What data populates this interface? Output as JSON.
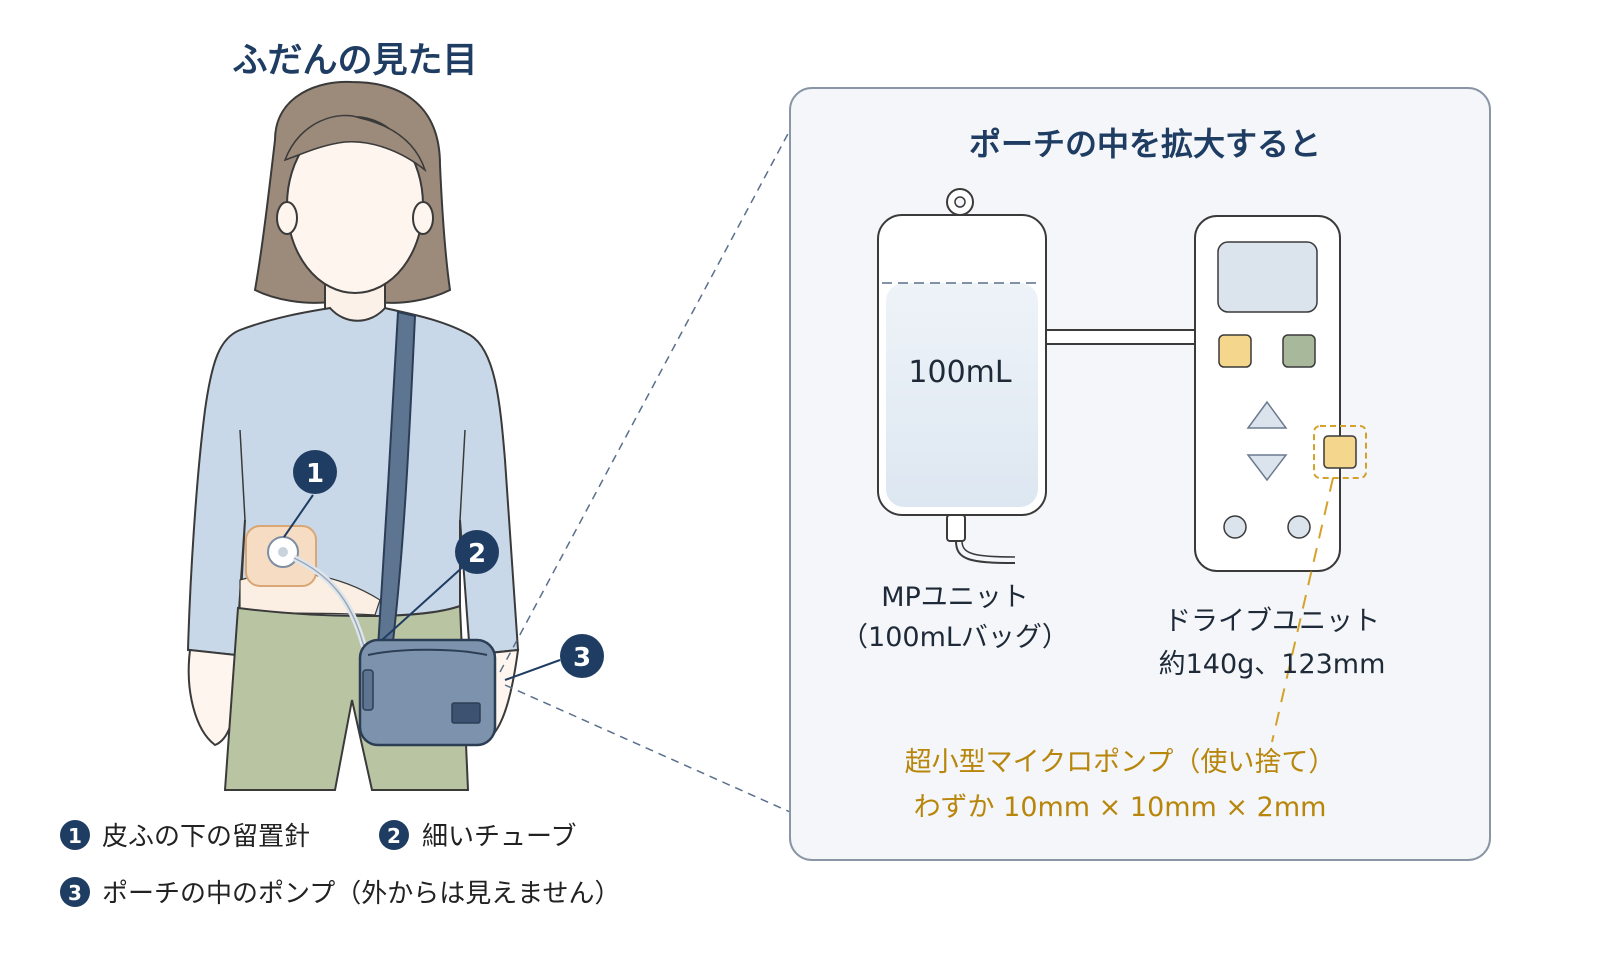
{
  "left_title": "ふだんの見た目",
  "callouts": [
    "1",
    "2",
    "3"
  ],
  "legend": [
    {
      "num": "1",
      "text": "皮ふの下の留置針"
    },
    {
      "num": "2",
      "text": "細いチューブ"
    },
    {
      "num": "3",
      "text": "ポーチの中のポンプ（外からは見えません）"
    }
  ],
  "zoom_panel": {
    "title": "ポーチの中を拡大すると",
    "bag_volume": "100mL",
    "mp_unit_name": "MPユニット",
    "mp_unit_desc": "（100mLバッグ）",
    "drive_unit_name": "ドライブユニット",
    "drive_unit_spec": "約140g、123mm",
    "micropump_name": "超小型マイクロポンプ（使い捨て）",
    "micropump_size": "わずか 10mm × 10mm × 2mm"
  },
  "colors": {
    "navy": "#1f3d63",
    "accent_gold": "#b8860b",
    "shirt": "#c9d8e8",
    "pants": "#b9c4a3",
    "hair": "#9c8a7a",
    "pouch": "#7d93ad",
    "panel_bg": "#f4f6f9",
    "button_yellow": "#f4d78c",
    "button_green": "#a8b89a",
    "screen": "#dbe3ec"
  }
}
